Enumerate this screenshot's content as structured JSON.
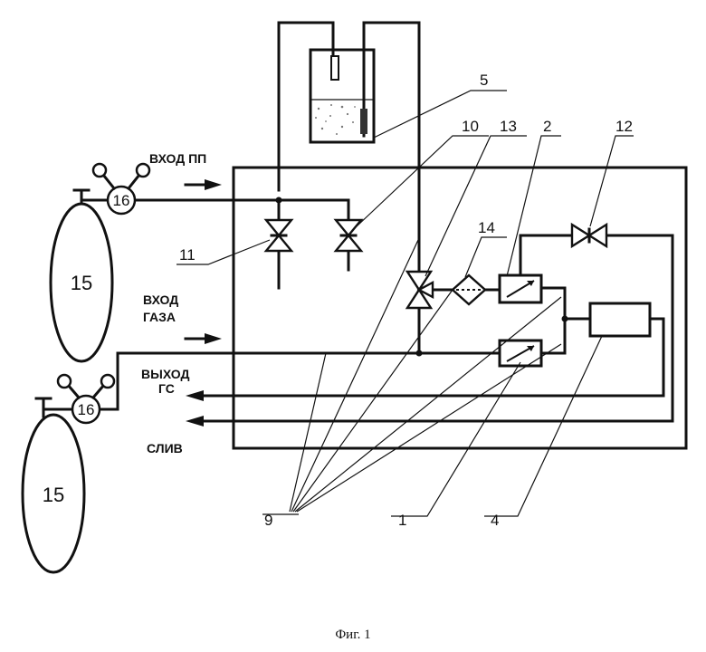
{
  "labels": {
    "l1": "1",
    "l2": "2",
    "l4": "4",
    "l5": "5",
    "l9": "9",
    "l10": "10",
    "l11": "11",
    "l12": "12",
    "l13": "13",
    "l14": "14",
    "l15_top": "15",
    "l15_bottom": "15",
    "l16_top": "16",
    "l16_bottom": "16"
  },
  "captions": {
    "inlet_pp": "ВХОД ПП",
    "inlet_gas_1": "ВХОД",
    "inlet_gas_2": "ГАЗА",
    "outlet_gs_1": "ВЫХОД",
    "outlet_gs_2": "ГС",
    "drain": "СЛИВ"
  },
  "figure_caption": "Фиг. 1"
}
